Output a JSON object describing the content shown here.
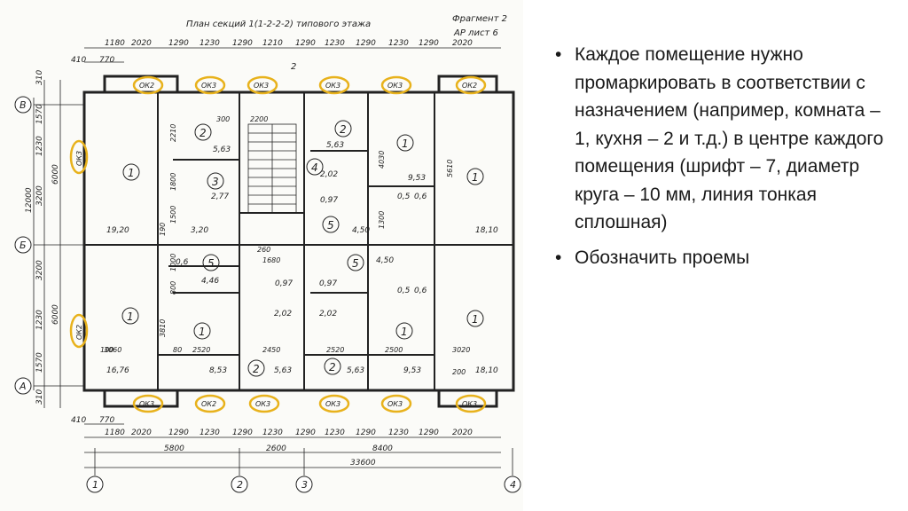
{
  "plan": {
    "title": "План секций 1(1-2-2-2) типового этажа",
    "fragment": "Фрагмент 2",
    "sheet": "АР лист 6",
    "section_mark": "2",
    "axis_rows": [
      "В",
      "Б",
      "А"
    ],
    "axis_cols": [
      "1",
      "2",
      "3",
      "4"
    ],
    "dims_top": [
      "1180",
      "2020",
      "1290",
      "1230",
      "1290",
      "1210",
      "1290",
      "1230",
      "1290",
      "1230",
      "1290",
      "2020"
    ],
    "dims_bottom": [
      "1180",
      "2020",
      "1290",
      "1230",
      "1290",
      "1230",
      "1290",
      "1230",
      "1290",
      "1230",
      "1290",
      "2020"
    ],
    "dims_small_top": [
      "410",
      "770"
    ],
    "dims_small_bottom": [
      "410",
      "770"
    ],
    "dims_total_bottom": [
      "5800",
      "2600",
      "8400",
      "33600"
    ],
    "dims_left": [
      "310",
      "1570",
      "1230",
      "3200",
      "6000",
      "12000",
      "3200",
      "6000",
      "1230",
      "1570",
      "310"
    ],
    "windows": [
      "ОК2",
      "ОК3",
      "ОК3",
      "ОК3",
      "ОК3",
      "ОК2",
      "ОК3",
      "ОК3",
      "ОК2",
      "ОК3",
      "ОК3",
      "ОК3",
      "ОК3",
      "ОК2"
    ],
    "room_markers": [
      "1",
      "2",
      "3",
      "2",
      "4",
      "1",
      "1",
      "5",
      "5",
      "5",
      "1",
      "1",
      "1",
      "1",
      "2",
      "2"
    ],
    "areas": [
      "19,20",
      "5,63",
      "2,77",
      "3,20",
      "5,63",
      "2,02",
      "0,97",
      "4,50",
      "9,53",
      "0,5",
      "0,6",
      "18,10",
      "0,6",
      "4,46",
      "0,97",
      "2,02",
      "0,97",
      "2,02",
      "4,50",
      "0,5",
      "0,6",
      "16,76",
      "8,53",
      "5,63",
      "5,63",
      "9,53",
      "18,10"
    ],
    "inner_dims": [
      "2210",
      "1800",
      "1500",
      "190",
      "300",
      "2200",
      "4030",
      "1300",
      "5610",
      "1000",
      "800",
      "3810",
      "3060",
      "2520",
      "2450",
      "2520",
      "2500",
      "3020",
      "1680",
      "260",
      "80",
      "100",
      "200"
    ]
  },
  "bullets": [
    "Каждое помещение нужно промаркировать в соответствии с назначением (например, комната – 1, кухня – 2 и т.д.) в центре каждого помещения (шрифт – 7, диаметр круга – 10 мм, линия тонкая сплошная)",
    "Обозначить проемы"
  ],
  "colors": {
    "highlight": "#e8b21c",
    "ink": "#222222",
    "text": "#1a1a1a"
  }
}
